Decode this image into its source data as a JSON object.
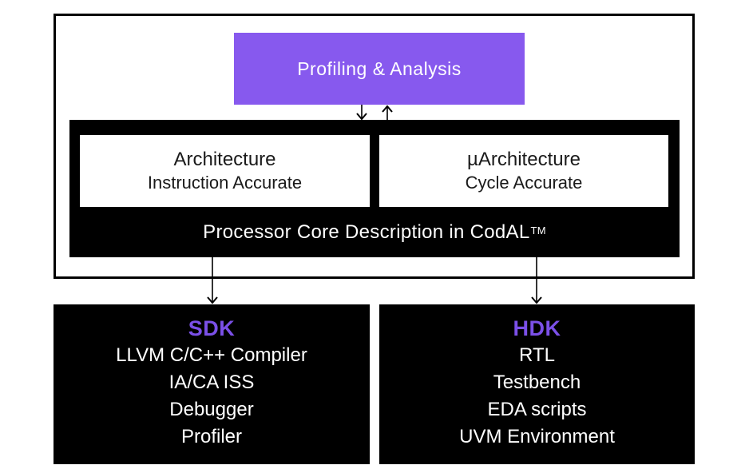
{
  "diagram": {
    "profiling_box": {
      "label": "Profiling & Analysis"
    },
    "core_box": {
      "architecture": {
        "title": "Architecture",
        "subtitle": "Instruction Accurate"
      },
      "uarchitecture": {
        "title": "µArchitecture",
        "subtitle": "Cycle Accurate"
      },
      "caption": "Processor Core Description in CodAL",
      "caption_superscript": "TM"
    },
    "sdk_box": {
      "title": "SDK",
      "items": [
        "LLVM C/C++ Compiler",
        "IA/CA ISS",
        "Debugger",
        "Profiler"
      ]
    },
    "hdk_box": {
      "title": "HDK",
      "items": [
        "RTL",
        "Testbench",
        "EDA scripts",
        "UVM Environment"
      ]
    },
    "colors": {
      "accent_purple": "#8759ee",
      "title_purple": "#7b50e8",
      "box_black": "#000000",
      "background": "#ffffff"
    }
  }
}
